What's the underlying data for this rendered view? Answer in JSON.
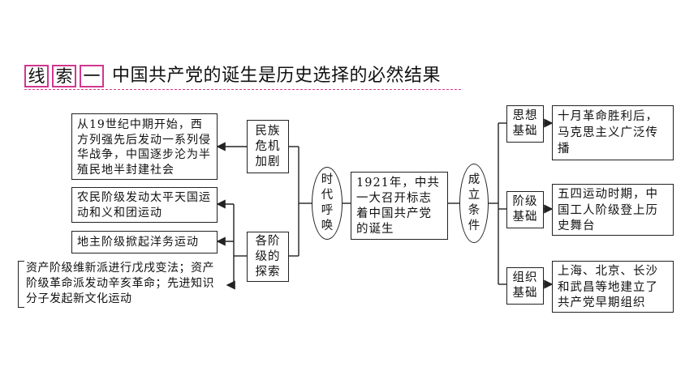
{
  "title": {
    "tag_chars": [
      "线",
      "索",
      "一"
    ],
    "heading": "中国共产党的诞生是历史选择的必然结果"
  },
  "left": {
    "crisis_label": "民族危机加剧",
    "crisis_text": "从19世纪中期开始，西方列强先后发动一系列侵华战争，中国逐步沦为半殖民地半封建社会",
    "explore_label": "各阶级的探索",
    "explore_items": [
      "农民阶级发动太平天国运动和义和团运动",
      "地主阶级掀起洋务运动",
      "资产阶级维新派进行戊戌变法；资产阶级革命派发动辛亥革命；先进知识分子发起新文化运动"
    ]
  },
  "center": {
    "call_label": "时代呼唤",
    "main_text": "1921年，中共一大召开标志着中国共产党的诞生",
    "conditions_label": "成立条件"
  },
  "right": {
    "items": [
      {
        "label": "思想基础",
        "text": "十月革命胜利后，马克思主义广泛传播"
      },
      {
        "label": "阶级基础",
        "text": "五四运动时期，中国工人阶级登上历史舞台"
      },
      {
        "label": "组织基础",
        "text": "上海、北京、长沙和武昌等地建立了共产党早期组织"
      }
    ]
  }
}
